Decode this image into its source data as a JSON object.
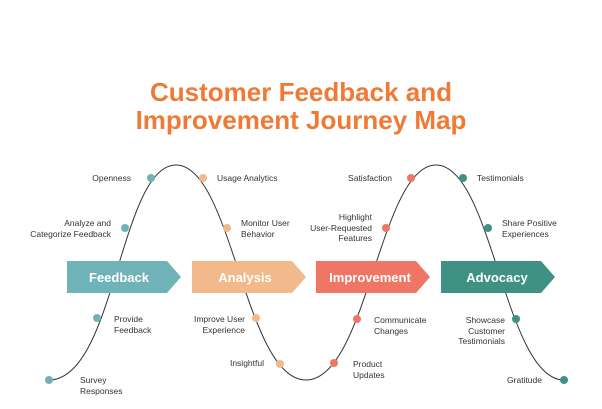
{
  "title": {
    "line1": "Customer Feedback and",
    "line2": "Improvement Journey Map"
  },
  "colors": {
    "title": "#f07a35",
    "feedback": "#6fb3b8",
    "analysis": "#f2b98a",
    "improvement": "#ef7565",
    "advocacy": "#3f9283",
    "curve": "#333333"
  },
  "stages": [
    {
      "label": "Feedback"
    },
    {
      "label": "Analysis"
    },
    {
      "label": "Improvement"
    },
    {
      "label": "Advocacy"
    }
  ],
  "points": {
    "survey": "Survey\nResponses",
    "provide": "Provide\nFeedback",
    "analyze": "Analyze and\nCategorize Feedback",
    "openness": "Openness",
    "usage": "Usage Analytics",
    "monitor": "Monitor User\nBehavior",
    "improve_ux": "Improve User\nExperience",
    "insightful": "Insightful",
    "product": "Product\nUpdates",
    "communicate": "Communicate\nChanges",
    "highlight": "Highlight\nUser-Requested\nFeatures",
    "satisfaction": "Satisfaction",
    "testimonials": "Testimonials",
    "share": "Share Positive\nExperiences",
    "showcase": "Showcase\nCustomer\nTestimonials",
    "gratitude": "Gratitude"
  }
}
